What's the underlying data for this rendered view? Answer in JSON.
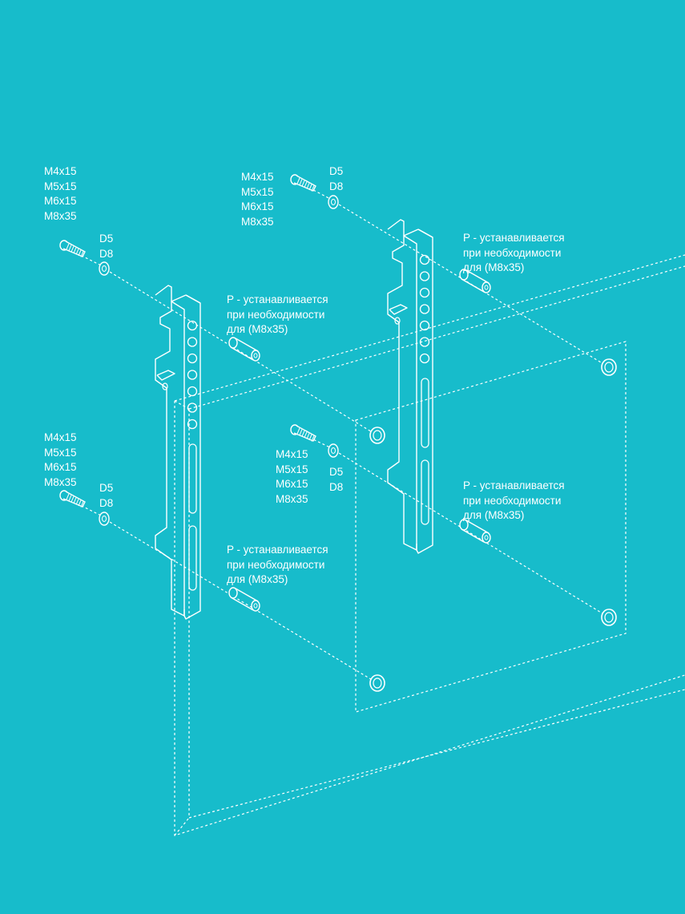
{
  "colors": {
    "background": "#17bccb",
    "line": "#ffffff"
  },
  "labels": {
    "screws_left_top": [
      "M4x15",
      "M5x15",
      "M6x15",
      "M8x35"
    ],
    "washers_left_top": [
      "D5",
      "D8"
    ],
    "screws_left_bottom": [
      "M4x15",
      "M5x15",
      "M6x15",
      "M8x35"
    ],
    "washers_left_bottom": [
      "D5",
      "D8"
    ],
    "screws_right_top": [
      "M4x15",
      "M5x15",
      "M6x15",
      "M8x35"
    ],
    "washers_right_top": [
      "D5",
      "D8"
    ],
    "screws_right_middle": [
      "M4x15",
      "M5x15",
      "M6x15",
      "M8x35"
    ],
    "washers_right_middle": [
      "D5",
      "D8"
    ],
    "spacer_note_1": [
      "P - устанавливается",
      "при необходимости",
      "для (M8x35)"
    ],
    "spacer_note_2": [
      "P - устанавливается",
      "при необходимости",
      "для (M8x35)"
    ],
    "spacer_note_3": [
      "P - устанавливается",
      "при необходимости",
      "для (M8x35)"
    ],
    "spacer_note_4": [
      "P - устанавливается",
      "при необходимости",
      "для (M8x35)"
    ]
  }
}
